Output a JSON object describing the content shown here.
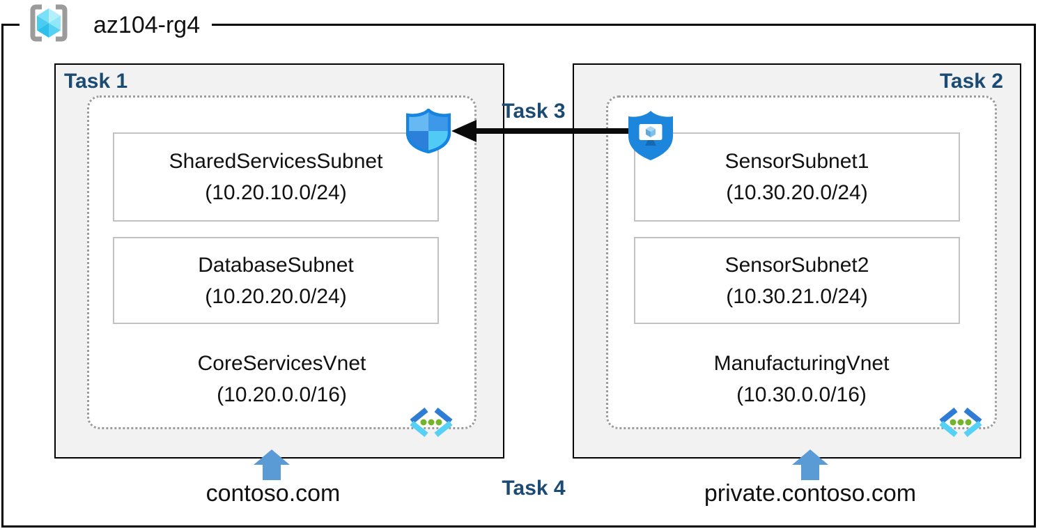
{
  "resource_group": {
    "name": "az104-rg4"
  },
  "tasks": {
    "task3": "Task 3",
    "task4": "Task 4"
  },
  "vnets": [
    {
      "task": "Task 1",
      "name": "CoreServicesVnet",
      "cidr": "(10.20.0.0/16)",
      "subnets": [
        {
          "name": "SharedServicesSubnet",
          "cidr": "(10.20.10.0/24)"
        },
        {
          "name": "DatabaseSubnet",
          "cidr": "(10.20.20.0/24)"
        }
      ],
      "dns_zone": "contoso.com"
    },
    {
      "task": "Task 2",
      "name": "ManufacturingVnet",
      "cidr": "(10.30.0.0/16)",
      "subnets": [
        {
          "name": "SensorSubnet1",
          "cidr": "(10.30.20.0/24)"
        },
        {
          "name": "SensorSubnet2",
          "cidr": "(10.30.21.0/24)"
        }
      ],
      "dns_zone": "private.contoso.com"
    }
  ],
  "icons": {
    "resource_group": "resource-group-icon",
    "network_security_group": "nsg-shield-icon",
    "application_security_group": "asg-shield-icon",
    "virtual_network": "vnet-chevron-dots-icon",
    "dns_pointer": "up-arrow-icon",
    "task3_connector": "left-arrow"
  },
  "colors": {
    "task_label": "#1B4A73",
    "box_fill": "#F2F2F2",
    "dashed_border": "#9C9C9C",
    "arrow_blue": "#5B9BD5",
    "shield_blue": "#1B86DC",
    "vnet_green": "#74B42C",
    "cube_cyan": "#4ACBF0"
  }
}
